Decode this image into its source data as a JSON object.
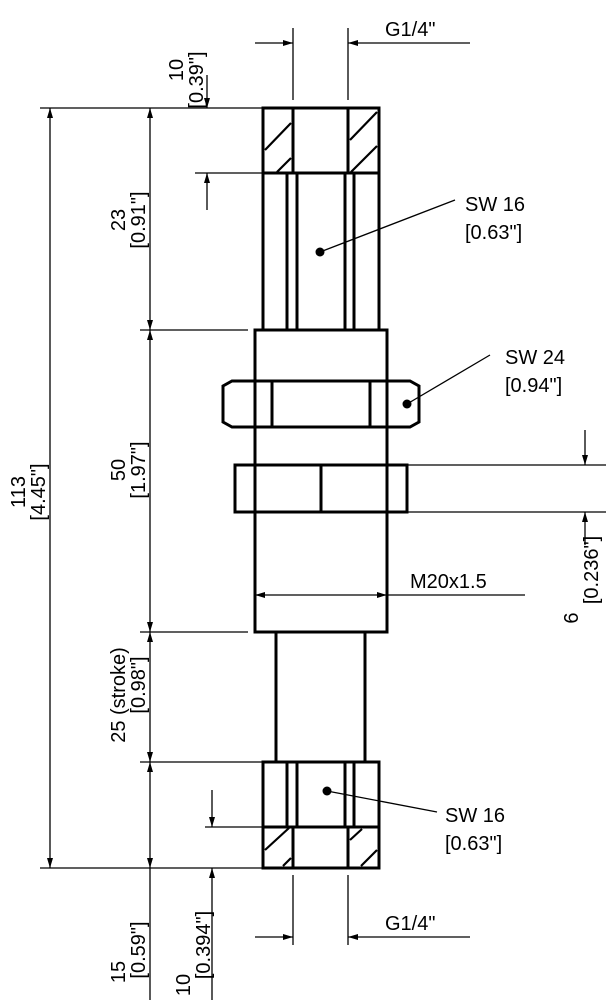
{
  "drawing": {
    "port_top": "G1/4\"",
    "port_bottom": "G1/4\"",
    "thread": "M20x1.5",
    "wrench_top": {
      "size": "SW 16",
      "inch": "[0.63\"]"
    },
    "wrench_nut": {
      "size": "SW 24",
      "inch": "[0.94\"]"
    },
    "wrench_bottom": {
      "size": "SW 16",
      "inch": "[0.63\"]"
    },
    "dims": {
      "top_port_depth": {
        "mm": "10",
        "inch": "[0.39\"]"
      },
      "overall": {
        "mm": "113",
        "inch": "[4.45\"]"
      },
      "top_hex": {
        "mm": "23",
        "inch": "[0.91\"]"
      },
      "body": {
        "mm": "50",
        "inch": "[1.97\"]"
      },
      "stroke": {
        "mm": "25 (stroke)",
        "inch": "[0.98\"]"
      },
      "bottom_hex": {
        "mm": "15",
        "inch": "[0.59\"]"
      },
      "bottom_port_depth": {
        "mm": "10",
        "inch": "[0.394\"]"
      },
      "locknut": {
        "mm": "6",
        "inch": "[0.236\"]"
      }
    }
  }
}
